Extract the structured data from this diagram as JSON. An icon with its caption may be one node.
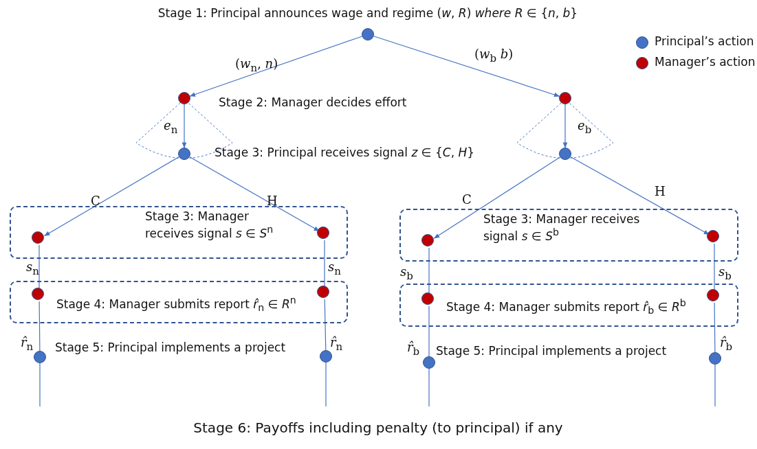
{
  "diagram": {
    "nodes": [
      {
        "text": [],
        "shape": "circle",
        "beside": [
          "Stage 1: Principal announces wage and regime (*w*, *R*) *where R* ∈ {*n*, *b*}"
        ]
      },
      {
        "text": [],
        "shape": "circle",
        "beside": [
          "Stage 2: Manager decides effort"
        ]
      },
      {
        "text": [],
        "shape": "circle"
      },
      {
        "text": [],
        "shape": "circle",
        "beside": [
          "Stage 3: Principal receives signal *z* ∈ {*C*, *H*}"
        ]
      },
      {
        "text": [],
        "shape": "circle"
      },
      {
        "text": [
          "Stage 3: Manager receives signal *s* ∈ *S*$^{n}$"
        ]
      },
      {
        "text": [],
        "shape": "circle",
        "in": 5
      },
      {
        "text": [],
        "shape": "circle",
        "in": 5
      },
      {
        "text": [
          "Stage 3: Manager receives signal *s* ∈ *S*$^{b}$"
        ]
      },
      {
        "text": [],
        "shape": "circle",
        "in": 8
      },
      {
        "text": [],
        "shape": "circle",
        "in": 8
      },
      {
        "text": [
          "Stage 4: Manager submits report *r̂*$_{n}$ ∈ *R*$^{n}$"
        ]
      },
      {
        "text": [],
        "shape": "circle",
        "in": 11
      },
      {
        "text": [],
        "shape": "circle",
        "in": 11
      },
      {
        "text": [
          "Stage 4: Manager submits report *r̂*$_{b}$ ∈ *R*$^{b}$"
        ]
      },
      {
        "text": [],
        "shape": "circle",
        "in": 14
      },
      {
        "text": [],
        "shape": "circle",
        "in": 14
      },
      {
        "text": [],
        "shape": "circle",
        "beside": [
          "Stage 5: Principal implements a project"
        ]
      },
      {
        "text": [],
        "shape": "circle"
      },
      {
        "text": [],
        "shape": "circle",
        "beside": [
          "Stage 5: Principal implements a project"
        ]
      },
      {
        "text": [],
        "shape": "circle"
      }
    ],
    "edges": [
      {
        "from": 0,
        "to": 1,
        "arrow": "to",
        "label": "(*w*$_{n}$, *n*)"
      },
      {
        "from": 0,
        "to": 2,
        "arrow": "to",
        "label": "(*w*$_{b}$ *b*)"
      },
      {
        "from": 1,
        "to": 3,
        "arrow": "to",
        "label": "*e*$_{n}$"
      },
      {
        "from": 2,
        "to": 4,
        "arrow": "to",
        "label": "*e*$_{b}$"
      },
      {
        "from": 3,
        "to": 6,
        "arrow": "to",
        "label": "C"
      },
      {
        "from": 3,
        "to": 7,
        "arrow": "to",
        "label": "H"
      },
      {
        "from": 4,
        "to": 9,
        "arrow": "to",
        "label": "C"
      },
      {
        "from": 4,
        "to": 10,
        "arrow": "to",
        "label": "H"
      },
      {
        "from": 6,
        "to": 12,
        "arrow": "none",
        "label": "*s*$_{n}$"
      },
      {
        "from": 7,
        "to": 13,
        "arrow": "none",
        "label": "*s*$_{n}$"
      },
      {
        "from": 9,
        "to": 15,
        "arrow": "none",
        "label": "*s*$_{b}$"
      },
      {
        "from": 10,
        "to": 16,
        "arrow": "none",
        "label": "*s*$_{b}$"
      },
      {
        "from": 12,
        "to": 17,
        "arrow": "none",
        "label": "*r̂*$_{n}$"
      },
      {
        "from": 13,
        "to": 18,
        "arrow": "none",
        "label": "*r̂*$_{n}$"
      },
      {
        "from": 15,
        "to": 19,
        "arrow": "none",
        "label": "*r̂*$_{b}$"
      },
      {
        "from": 16,
        "to": 20,
        "arrow": "none",
        "label": "*r̂*$_{b}$"
      },
      {
        "from": 17,
        "to": null,
        "arrow": "none"
      },
      {
        "from": 18,
        "to": null,
        "arrow": "none"
      },
      {
        "from": 19,
        "to": null,
        "arrow": "none"
      },
      {
        "from": 20,
        "to": null,
        "arrow": "none"
      }
    ],
    "labels": [
      "Stage 6: Payoffs including penalty (to principal) if any"
    ],
    "legend": [
      {
        "text": "Principal’s action",
        "color": "#4472c4"
      },
      {
        "text": "Manager’s action",
        "color": "#c00000"
      }
    ]
  }
}
